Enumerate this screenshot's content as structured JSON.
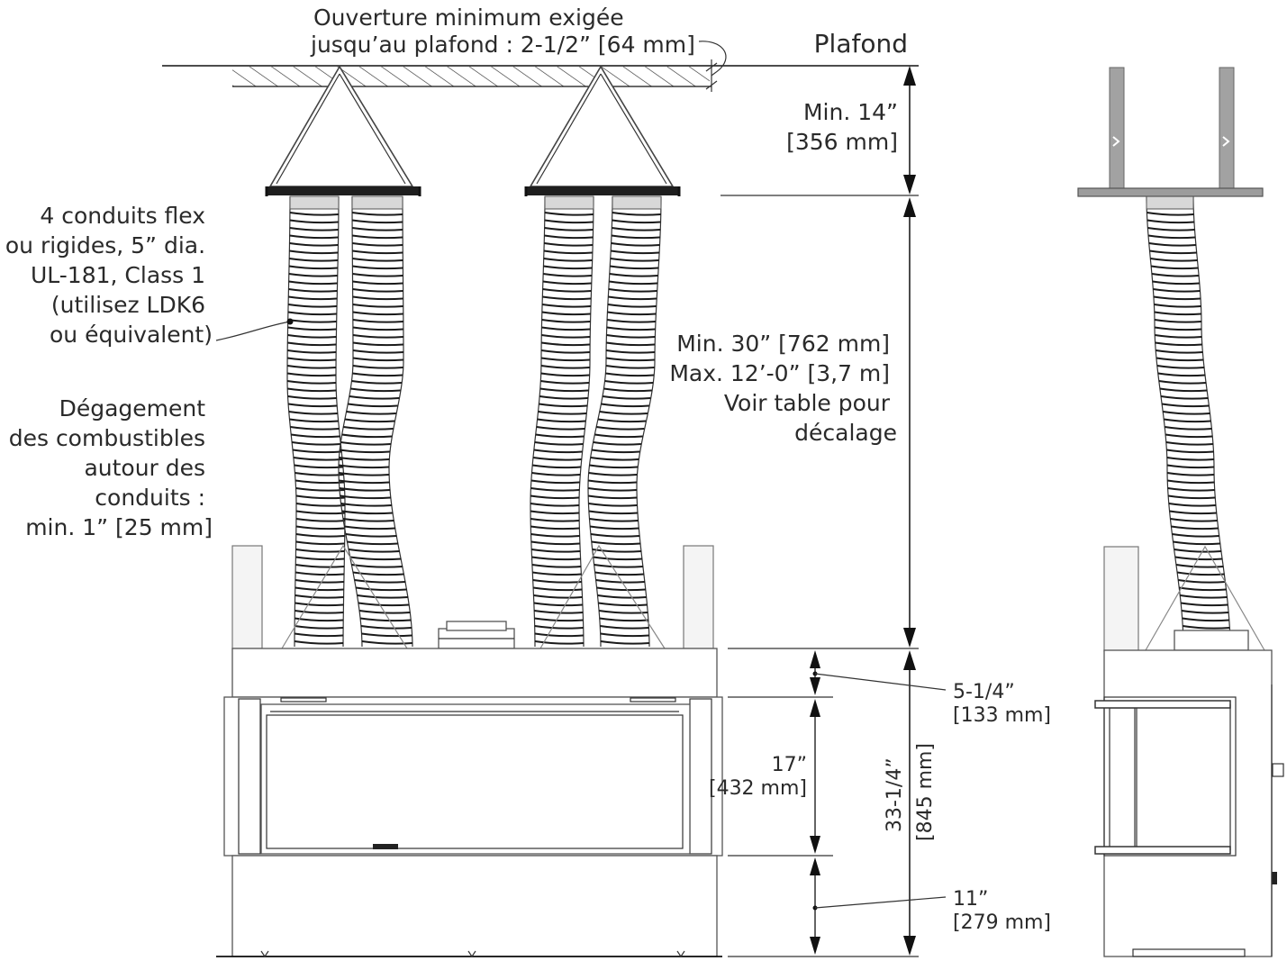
{
  "labels": {
    "ceiling_gap_line1": "Ouverture minimum exigée",
    "ceiling_gap_line2": "jusqu’au plafond : 2-1/2” [64 mm]",
    "ceiling": "Plafond",
    "min14_line1": "Min. 14”",
    "min14_line2": "[356 mm]",
    "ducts_lines": [
      "4 conduits flex",
      "ou rigides, 5” dia.",
      "UL-181, Class 1",
      "(utilisez LDK6",
      "ou équivalent)"
    ],
    "clearance_lines": [
      "Dégagement",
      "des combustibles",
      "autour des",
      "conduits :",
      "min. 1” [25 mm]"
    ],
    "duct_length_lines": [
      "Min. 30” [762 mm]",
      "Max. 12’-0” [3,7 m]",
      "Voir table pour",
      "décalage"
    ],
    "dim_5_1_4_line1": "5-1/4”",
    "dim_5_1_4_line2": "[133 mm]",
    "dim_17_line1": "17”",
    "dim_17_line2": "[432 mm]",
    "dim_33_line1": "33-1/4”",
    "dim_33_line2": "[845 mm]",
    "dim_11_line1": "11”",
    "dim_11_line2": "[279 mm]"
  },
  "colors": {
    "line": "#111111",
    "text": "#2a2a2a",
    "plenum_gray": "#9a9a9a",
    "duct_band": "#1a1a1a"
  }
}
